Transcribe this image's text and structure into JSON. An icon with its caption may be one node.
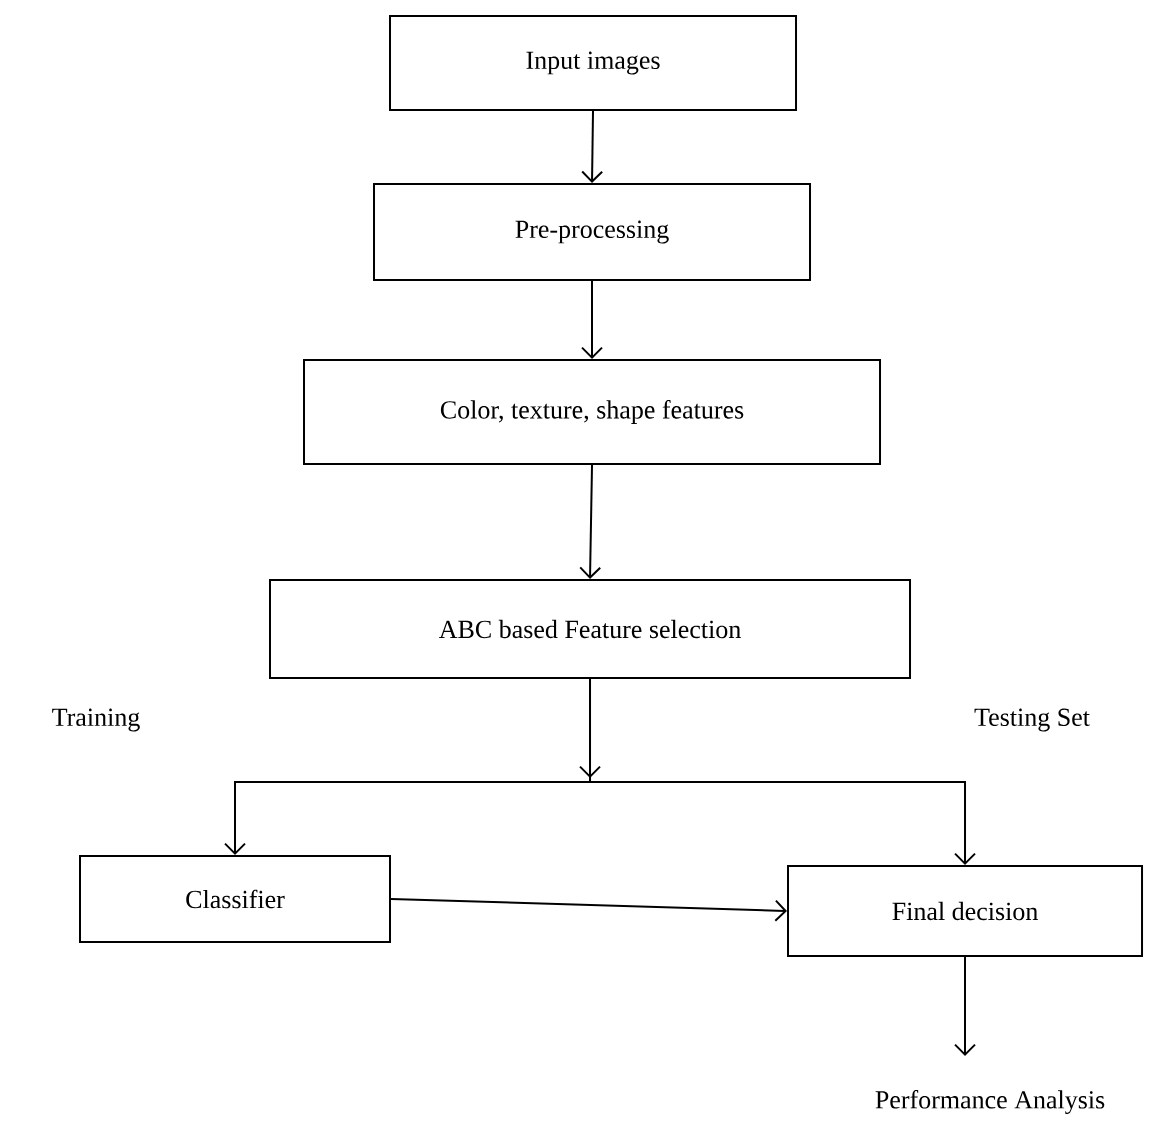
{
  "diagram": {
    "nodes": [
      {
        "text": [
          "Input images"
        ]
      },
      {
        "text": [
          "Pre-processing"
        ]
      },
      {
        "text": [
          "Color, texture, shape features"
        ]
      },
      {
        "text": [
          "ABC based Feature selection"
        ]
      },
      {
        "text": [
          "Classifier"
        ]
      },
      {
        "text": [
          "Final decision"
        ]
      },
      {
        "text": [
          "Performance Analysis"
        ]
      }
    ],
    "edges": [
      {
        "from": 0,
        "to": 1,
        "arrow": "to"
      },
      {
        "from": 1,
        "to": 2,
        "arrow": "to"
      },
      {
        "from": 2,
        "to": 3,
        "arrow": "to"
      },
      {
        "from": 3,
        "to": 4,
        "arrow": "to"
      },
      {
        "from": 3,
        "to": 5,
        "arrow": "to"
      },
      {
        "from": 4,
        "to": 5,
        "arrow": "to"
      },
      {
        "from": 5,
        "to": 6,
        "arrow": "to"
      }
    ],
    "labels": [
      "Training",
      "Testing Set"
    ]
  }
}
